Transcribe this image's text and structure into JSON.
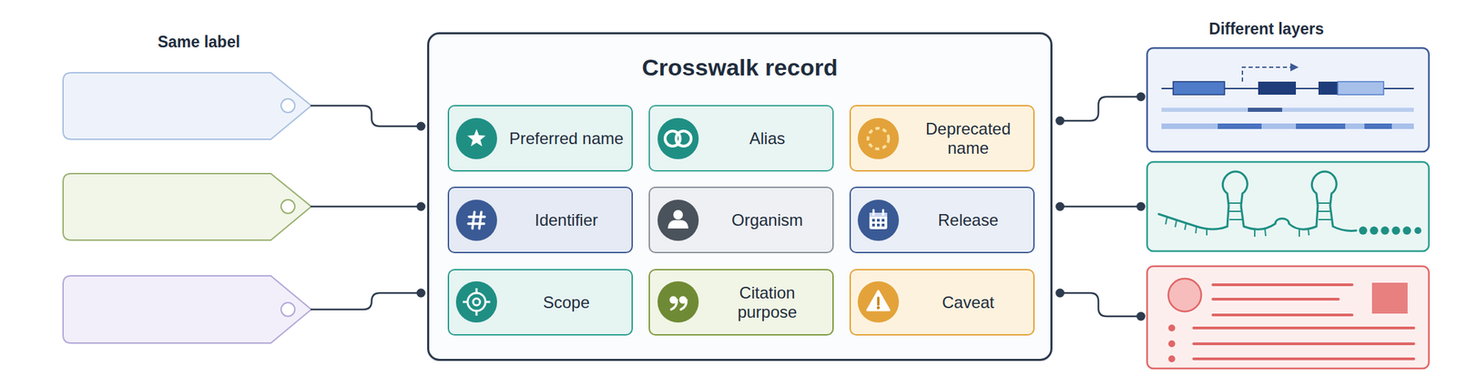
{
  "diagram": {
    "nodes": [
      {
        "text": [
          "Crosswalk record"
        ]
      },
      {
        "text": [
          "Preferred name"
        ],
        "in": 0
      },
      {
        "text": [
          "Alias"
        ],
        "in": 0
      },
      {
        "text": [
          "Deprecated name"
        ],
        "in": 0
      },
      {
        "text": [
          "Identifier"
        ],
        "in": 0
      },
      {
        "text": [
          "Organism"
        ],
        "in": 0
      },
      {
        "text": [
          "Release"
        ],
        "in": 0
      },
      {
        "text": [
          "Scope"
        ],
        "in": 0
      },
      {
        "text": [
          "Citation purpose"
        ],
        "in": 0
      },
      {
        "text": [
          "Caveat"
        ],
        "in": 0
      }
    ],
    "labels": [
      "Same label",
      "Different layers"
    ]
  }
}
